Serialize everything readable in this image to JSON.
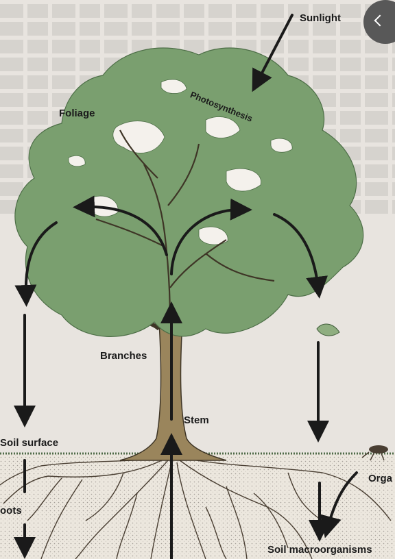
{
  "labels": {
    "sunlight": "Sunlight",
    "photosynthesis": "Photosynthesis",
    "foliage": "Foliage",
    "branches": "Branches",
    "stem": "Stem",
    "soil_surface": "Soil surface",
    "roots": "oots",
    "organisms": "Orga",
    "soil_macroorganisms": "Soil macroorganisms"
  },
  "colors": {
    "foliage": "#7a9f6f",
    "foliage_dark": "#5e8556",
    "trunk": "#9a855c",
    "soil": "#ece7de",
    "arrow": "#1a1a1a",
    "background": "#e8e4df"
  }
}
